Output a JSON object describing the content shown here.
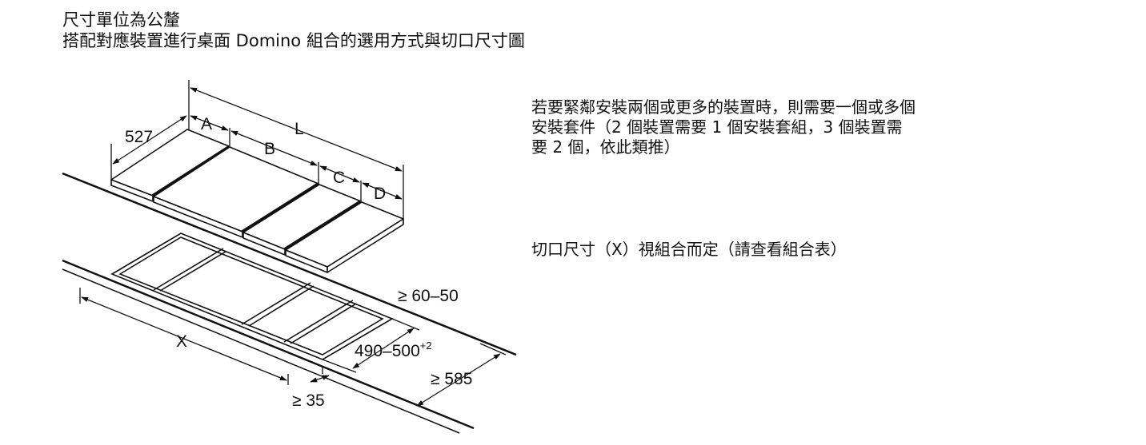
{
  "header": {
    "line1": "尺寸單位為公釐",
    "line2": "搭配對應裝置進行桌面 Domino 組合的選用方式與切口尺寸圖"
  },
  "notes": {
    "note1": "若要緊鄰安裝兩個或更多的裝置時，則需要一個或多個安裝套件（2 個裝置需要 1 個安裝套組，3 個裝置需要 2 個，依此類推）",
    "note2": "切口尺寸（X）視組合而定（請查看組合表）"
  },
  "labels": {
    "depth": "527",
    "a": "A",
    "b": "B",
    "c": "C",
    "d": "D",
    "l": "L",
    "x": "X",
    "edge_front": "≥ 60–50",
    "cutout_depth": "490–500",
    "cutout_depth_sup": "+2",
    "edge_back": "≥ 585",
    "side_min": "≥ 35"
  }
}
